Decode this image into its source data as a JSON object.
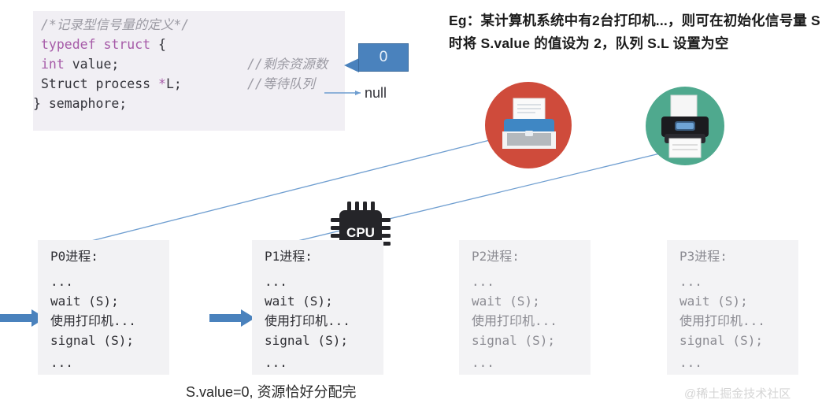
{
  "code_block": {
    "lines": [
      {
        "comment": "/*记录型信号量的定义*/"
      },
      {
        "keyword": "typedef struct",
        "rest": " {"
      },
      {
        "keyword": "  int",
        "rest": " value;",
        "comment": "//剩余资源数"
      },
      {
        "plain": "  Struct process ",
        "keyword2": "*",
        "rest": "L;",
        "comment": "//等待队列"
      },
      {
        "plain": "} semaphore;"
      }
    ],
    "raw": {
      "l1": "/*记录型信号量的定义*/",
      "l2_kw": "typedef struct",
      "l2_rest": " {",
      "l3_kw": "int",
      "l3_rest": " value;",
      "l3_cm": "//剩余资源数",
      "l4_plain": "Struct process ",
      "l4_star": "*",
      "l4_rest": "L;",
      "l4_cm": "//等待队列",
      "l5": "} semaphore;"
    }
  },
  "callout": {
    "value": "0"
  },
  "null_pointer": {
    "label": "null"
  },
  "example": {
    "text": "Eg：某计算机系统中有2台打印机...，则可在初始化信号量 S 时将 S.value 的值设为 2，队列 S.L 设置为空"
  },
  "devices": {
    "printer_red": {
      "name": "printer-red",
      "circle_color": "#cf4b3b"
    },
    "printer_green": {
      "name": "printer-green",
      "circle_color": "#4fa98e"
    },
    "cpu": {
      "label": "CPU"
    }
  },
  "processes": [
    {
      "id": "p0",
      "title": "P0进程:",
      "dots_top": "...",
      "wait": "wait",
      "wait_arg": " (S);",
      "use": "使用打印机...",
      "signal": "signal",
      "signal_arg": " (S);",
      "dots_bottom": "...",
      "active": true
    },
    {
      "id": "p1",
      "title": "P1进程:",
      "dots_top": "...",
      "wait": "wait",
      "wait_arg": " (S);",
      "use": "使用打印机...",
      "signal": "signal",
      "signal_arg": " (S);",
      "dots_bottom": "...",
      "active": true
    },
    {
      "id": "p2",
      "title": "P2进程:",
      "dots_top": "...",
      "wait": "wait",
      "wait_arg": " (S);",
      "use": "使用打印机...",
      "signal": "signal",
      "signal_arg": " (S);",
      "dots_bottom": "...",
      "active": false
    },
    {
      "id": "p3",
      "title": "P3进程:",
      "dots_top": "...",
      "wait": "wait",
      "wait_arg": " (S);",
      "use": "使用打印机...",
      "signal": "signal",
      "signal_arg": " (S);",
      "dots_bottom": "...",
      "active": false
    }
  ],
  "caption": {
    "text": "S.value=0, 资源恰好分配完"
  },
  "watermark": {
    "text": "@稀土掘金技术社区"
  },
  "colors": {
    "code_bg": "#f1eff4",
    "keyword_purple": "#a65ba8",
    "comment_grey": "#9b9aa3",
    "callout_blue": "#4a82bd",
    "arrow_blue": "#4a82bd",
    "code_keyword_blue": "#3d78d8",
    "dim_grey": "#8b8b92",
    "proc_bg": "#f2f2f4"
  }
}
